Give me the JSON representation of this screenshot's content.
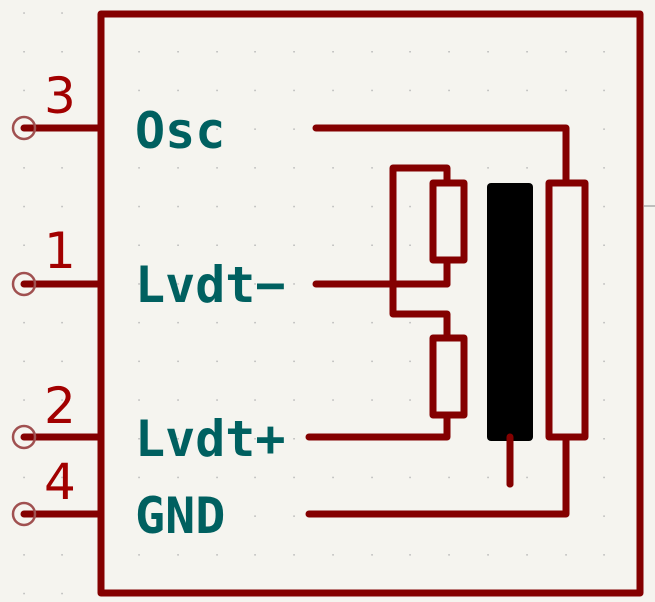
{
  "symbol": {
    "type": "LVDT",
    "colors": {
      "background": "#f5f4ef",
      "body": "#840000",
      "pin_number": "#a20000",
      "pin_name": "#006060",
      "core": "#000000",
      "pin_endpoint": "#a05050",
      "grid": "#b8b8b8"
    },
    "pins": [
      {
        "number": "3",
        "name": "Osc"
      },
      {
        "number": "1",
        "name": "Lvdt−"
      },
      {
        "number": "2",
        "name": "Lvdt+"
      },
      {
        "number": "4",
        "name": "GND"
      }
    ]
  }
}
